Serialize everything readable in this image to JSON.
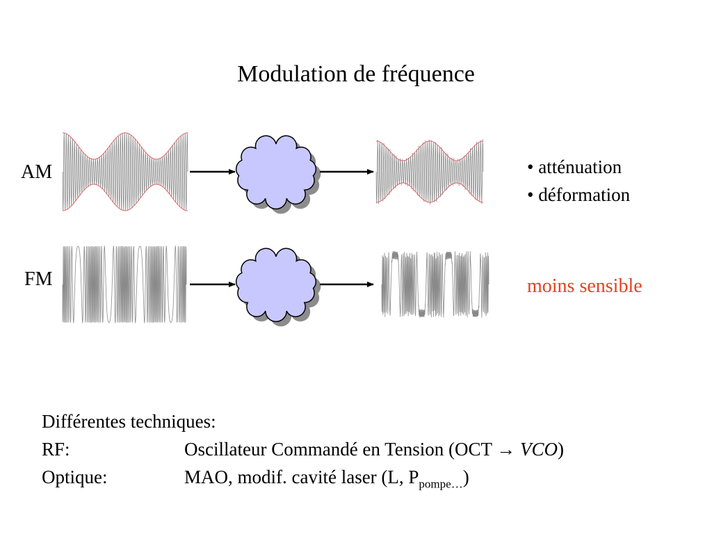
{
  "title": "Modulation de fréquence",
  "rows": {
    "am": {
      "label": "AM"
    },
    "fm": {
      "label": "FM"
    }
  },
  "am_notes": [
    "• atténuation",
    "• déformation"
  ],
  "fm_note": "moins sensible",
  "techniques": {
    "heading": "Différentes techniques:",
    "rf_label": "RF:",
    "rf_value_before": "Oscillateur Commandé en Tension (OCT ",
    "rf_arrow": "→",
    "rf_value_italic": "VCO",
    "rf_value_after": ")",
    "optique_label": "Optique:",
    "optique_value": "MAO, modif. cavité laser (L, P",
    "optique_sub": "pompe…",
    "optique_after": ")"
  },
  "colors": {
    "text": "#000000",
    "accent": "#e8401c",
    "envelope": "#e06060",
    "wave": "#8a8a8a",
    "cloud_fill": "#c8c8ff",
    "cloud_shadow": "#8c8c8c"
  },
  "icons": {
    "channel": "cloud-icon",
    "arrow": "arrow-right-icon"
  }
}
